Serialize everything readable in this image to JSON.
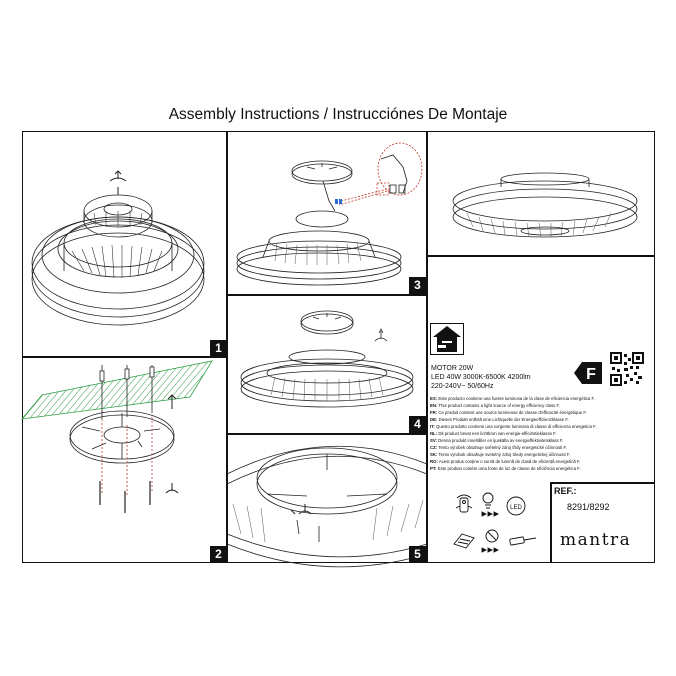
{
  "document": {
    "title": "Assembly Instructions / Instrucciónes De Montaje"
  },
  "steps": [
    "1",
    "2",
    "3",
    "4",
    "5"
  ],
  "specs": {
    "motor": "MOTOR 20W",
    "led": "LED 40W 3000K-6500K 4200lm",
    "voltage": "220-240V~ 50/60Hz"
  },
  "energy_class": "F",
  "legal_lines": [
    {
      "code": "ES:",
      "text": "Este producto contiene una fuente luminosa de la clase de eficiencia energética F."
    },
    {
      "code": "EN:",
      "text": "This product contains a light source of energy efficiency class F."
    },
    {
      "code": "FR:",
      "text": "Ce produit contient une source lumineuse de classe d'efficacité énergétique F."
    },
    {
      "code": "DE:",
      "text": "Dieses Produkt enthält eine Lichtquelle der Energieeffizienzklasse F."
    },
    {
      "code": "IT:",
      "text": "Questo prodotto contiene una sorgente luminosa di classe di efficienza energetica F."
    },
    {
      "code": "NL:",
      "text": "Dit product bevat een lichtbron van energie-efficiëntieklasse F."
    },
    {
      "code": "SV:",
      "text": "Denna produkt innehåller en ljuskälla av energieffektivitetsklass F."
    },
    {
      "code": "CZ:",
      "text": "Tento výrobek obsahuje světelný zdroj třídy energetické účinnosti F."
    },
    {
      "code": "SK:",
      "text": "Tento výrobok obsahuje svetelný zdroj triedy energetickej účinnosti F."
    },
    {
      "code": "RO:",
      "text": "Acest produs conține o sursă de lumină de clasă de eficiență energetică F."
    },
    {
      "code": "PT:",
      "text": "Este produto contém uma fonte de luz de classe de eficiência energética F."
    }
  ],
  "reference": {
    "label": "REF.:",
    "value": "8291/8292"
  },
  "brand": "mantra",
  "icons": [
    "house-mounting-icon",
    "qr-code-icon",
    "energy-label-icon",
    "remote-icon",
    "led-icon",
    "cloth-icon",
    "no-water-icon",
    "screwdriver-icon"
  ]
}
